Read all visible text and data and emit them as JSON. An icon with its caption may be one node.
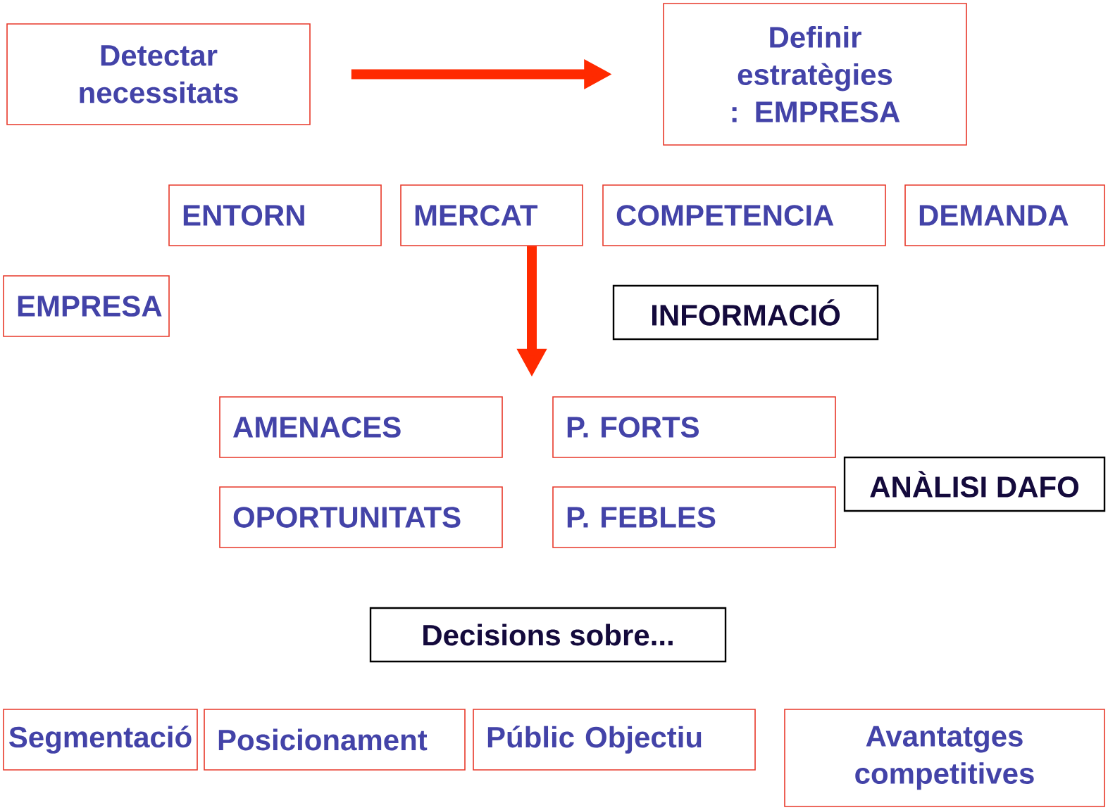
{
  "diagram": {
    "nodes": [
      {
        "text": [
          "Detectar necessitats"
        ]
      },
      {
        "text": [
          "Definir estratègies : EMPRESA"
        ]
      },
      {
        "text": [
          "ENTORN"
        ]
      },
      {
        "text": [
          "MERCAT"
        ]
      },
      {
        "text": [
          "COMPETENCIA"
        ]
      },
      {
        "text": [
          "DEMANDA"
        ]
      },
      {
        "text": [
          "EMPRESA"
        ]
      },
      {
        "text": [
          "INFORMACIÓ"
        ]
      },
      {
        "text": [
          "AMENACES"
        ]
      },
      {
        "text": [
          "P. FORTS"
        ]
      },
      {
        "text": [
          "OPORTUNITATS"
        ]
      },
      {
        "text": [
          "P. FEBLES"
        ]
      },
      {
        "text": [
          "ANÀLISI DAFO"
        ]
      },
      {
        "text": [
          "Decisions sobre..."
        ]
      },
      {
        "text": [
          "Segmentació"
        ]
      },
      {
        "text": [
          "Posicionament"
        ]
      },
      {
        "text": [
          "Públic Objectiu"
        ]
      },
      {
        "text": [
          "Avantatges competitives"
        ]
      }
    ],
    "edges": [
      {
        "from": 0,
        "to": 1,
        "arrow": "to"
      },
      {
        "from": 3,
        "to": null,
        "arrow": "to"
      }
    ]
  }
}
